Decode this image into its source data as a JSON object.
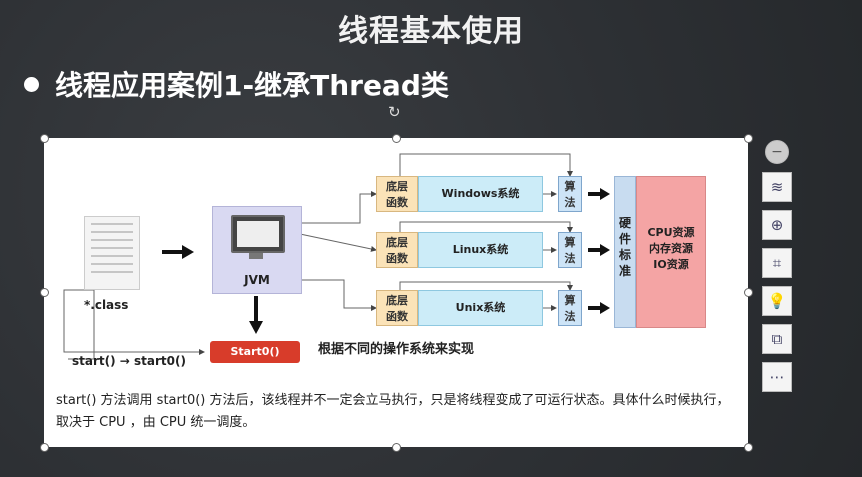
{
  "title": "线程基本使用",
  "subtitle": "线程应用案例1-继承Thread类",
  "diagram": {
    "class_label": "*.class",
    "jvm_label": "JVM",
    "start0_label": "Start0()",
    "start_label": "start() → start0()",
    "impl_label": "根据不同的操作系统来实现",
    "bottom_call": "底层\n函数",
    "os": [
      "Windows系统",
      "Linux系统",
      "Unix系统"
    ],
    "algo": "算\n法",
    "hardware": "硬\n件\n标\n准",
    "resources": "CPU资源\n内存资源\nIO资源"
  },
  "description": "start() 方法调用 start0() 方法后，该线程并不一定会立马执行，只是将线程变成了可运行状态。具体什么时候执行，取决于 CPU ，由 CPU 统一调度。",
  "toolbar": {
    "collapse": "−",
    "layers": "≋",
    "zoom": "⊕",
    "crop": "⌗",
    "idea": "💡",
    "copy": "⧉",
    "more": "⋯"
  }
}
